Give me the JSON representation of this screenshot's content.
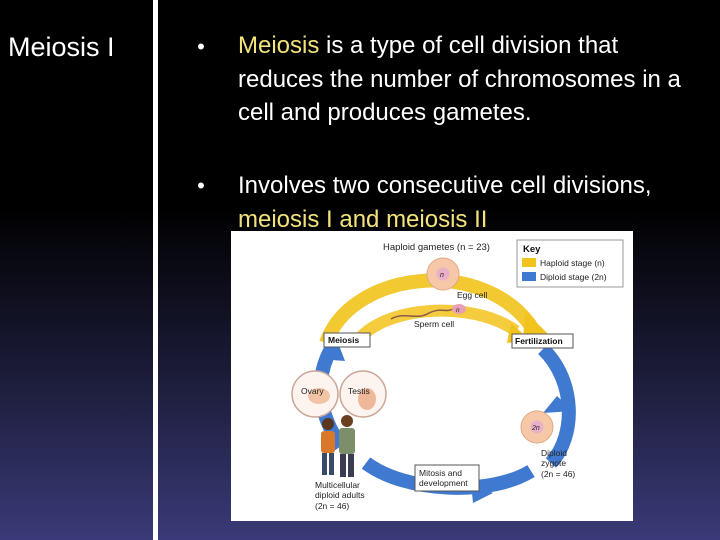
{
  "slide": {
    "title": "Meiosis I",
    "bullets": [
      {
        "marker": "•",
        "highlight": "Meiosis",
        "text": " is a type of cell division that reduces the number of chromosomes in a cell and produces gametes."
      },
      {
        "marker": "•",
        "text": "Involves two consecutive cell divisions, ",
        "highlight": "meiosis I and meiosis II"
      }
    ]
  },
  "diagram": {
    "haploid_gametes": "Haploid gametes (n = 23)",
    "key_title": "Key",
    "key_haploid": "Haploid stage (n)",
    "key_diploid": "Diploid stage (2n)",
    "egg_cell": "Egg cell",
    "sperm_cell": "Sperm cell",
    "egg_n": "n",
    "sperm_n": "n",
    "meiosis_box": "Meiosis",
    "fertilization_box": "Fertilization",
    "ovary": "Ovary",
    "testis": "Testis",
    "zygote_2n": "2n",
    "diploid_zygote_line1": "Diploid",
    "diploid_zygote_line2": "zygote",
    "diploid_zygote_line3": "(2n = 46)",
    "mitosis_line1": "Mitosis and",
    "mitosis_line2": "development",
    "adults_line1": "Multicellular",
    "adults_line2": "diploid adults",
    "adults_line3": "(2n = 46)",
    "colors": {
      "haploid": "#f2c31c",
      "diploid": "#3f7ad0"
    }
  }
}
